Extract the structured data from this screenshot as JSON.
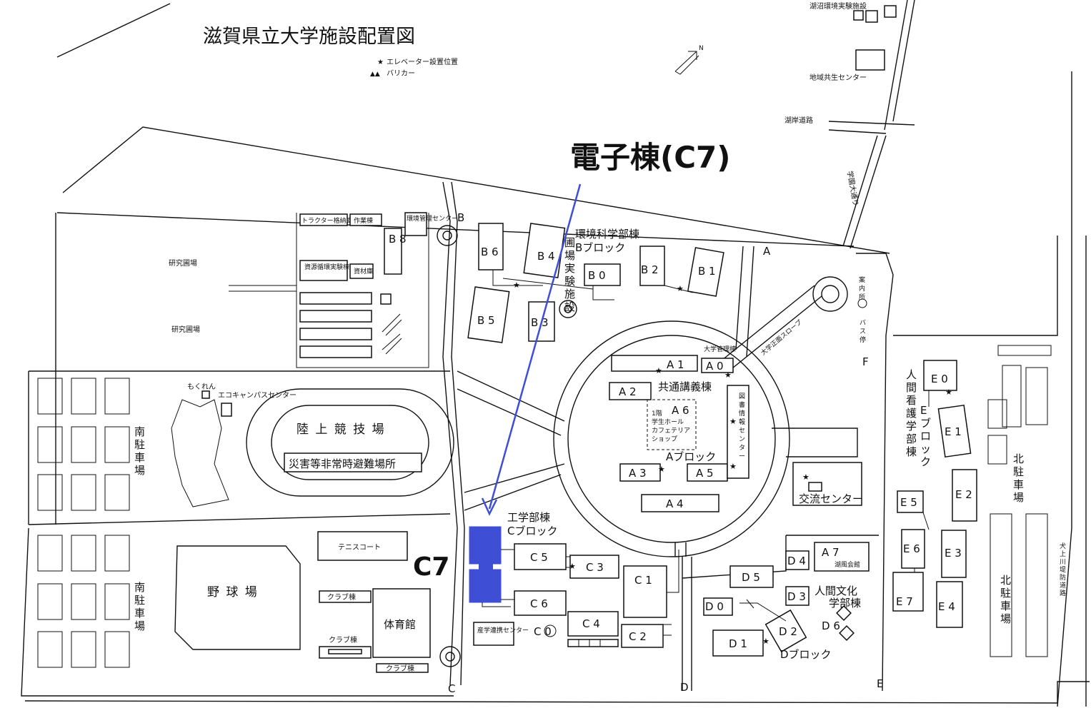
{
  "map": {
    "title": "滋賀県立大学施設配置図",
    "legend": {
      "elevator": "エレベーター設置位置",
      "barrier": "バリカー",
      "elevator_symbol": "★",
      "barrier_symbol": "▲▲"
    },
    "north": "N",
    "highlight": {
      "label": "電子棟(C7)",
      "building_label": "C7",
      "color": "#3e4fd6"
    },
    "gates": {
      "a": "A",
      "b": "B",
      "c": "C",
      "d": "D",
      "e": "E",
      "f": "F"
    },
    "offsite": {
      "lake_env_facility": "湖沼環境実験施設",
      "regional_center": "地域共生センター",
      "lakeshore_road": "湖岸道路",
      "campus_avenue": "学園大通り"
    },
    "north_area": {
      "tractor": "トラクター格納庫",
      "workshop": "作業棟",
      "env_mgmt": "環境管理センター",
      "b8": "B 8",
      "resource_lab": "資源循環実験棟",
      "materials": "資材庫",
      "garden_facility": "圃場実験施設",
      "field1": "研究圃場",
      "field2": "研究圃場"
    },
    "env_science": {
      "name": "環境科学部棟",
      "block": "Bブロック",
      "b0": "B 0",
      "b1": "B 1",
      "b2": "B 2",
      "b3": "B 3",
      "b4": "B 4",
      "b5": "B 5",
      "b6": "B 6"
    },
    "center": {
      "a0": "A 0",
      "a1": "A 1",
      "a2": "A 2",
      "a3": "A 3",
      "a4": "A 4",
      "a5": "A 5",
      "a6": "A 6",
      "lecture": "共通講義棟",
      "a6_note": [
        "1階",
        "学生ホール",
        "カフェテリア",
        "ショップ"
      ],
      "block": "Aブロック",
      "library": "図書情報センター",
      "admin": "大学管理棟",
      "slope": "大学正面スロープ",
      "exchange": "交流センター",
      "info": "案内所",
      "bus": "バス停"
    },
    "west": {
      "mokuren": "もくれん",
      "eco": "エコキャンパスセンター",
      "track": "陸 上 競 技 場",
      "refuge": "災害等非常時避難場所",
      "baseball": "野 球 場",
      "tennis": "テニスコート",
      "club1": "クラブ棟",
      "club2": "クラブ棟",
      "club3": "クラブ棟",
      "gym": "体育館",
      "parking_s1": "南駐車場",
      "parking_s2": "南駐車場"
    },
    "engineering": {
      "name": "工学部棟",
      "block": "Cブロック",
      "c0": "C 0",
      "c1": "C 1",
      "c2": "C 2",
      "c3": "C 3",
      "c4": "C 4",
      "c5": "C 5",
      "c6": "C 6",
      "industry": "産学連携センター"
    },
    "humanities": {
      "name": "人間文化学部棟",
      "block": "Dブロック",
      "d0": "D 0",
      "d1": "D 1",
      "d2": "D 2",
      "d3": "D 3",
      "d4": "D 4",
      "d5": "D 5",
      "d6": "D 6",
      "d7": "A 7",
      "hall": "湖風会館"
    },
    "nursing": {
      "name": "人間看護学部棟",
      "block": "Eブロック",
      "e0": "E 0",
      "e1": "E 1",
      "e2": "E 2",
      "e3": "E 3",
      "e4": "E 4",
      "e5": "E 5",
      "e6": "E 6",
      "e7": "E 7",
      "parking_n1": "北駐車場",
      "parking_n2": "北駐車場",
      "river_road": "犬上川堤防道路"
    }
  }
}
